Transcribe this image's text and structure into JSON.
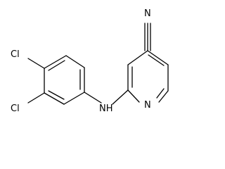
{
  "molecule": {
    "labels": {
      "nitrogen_nitrile": "N",
      "chlorine_top": "Cl",
      "chlorine_bottom": "Cl",
      "amine": "NH",
      "nitrogen_ring": "N"
    }
  }
}
